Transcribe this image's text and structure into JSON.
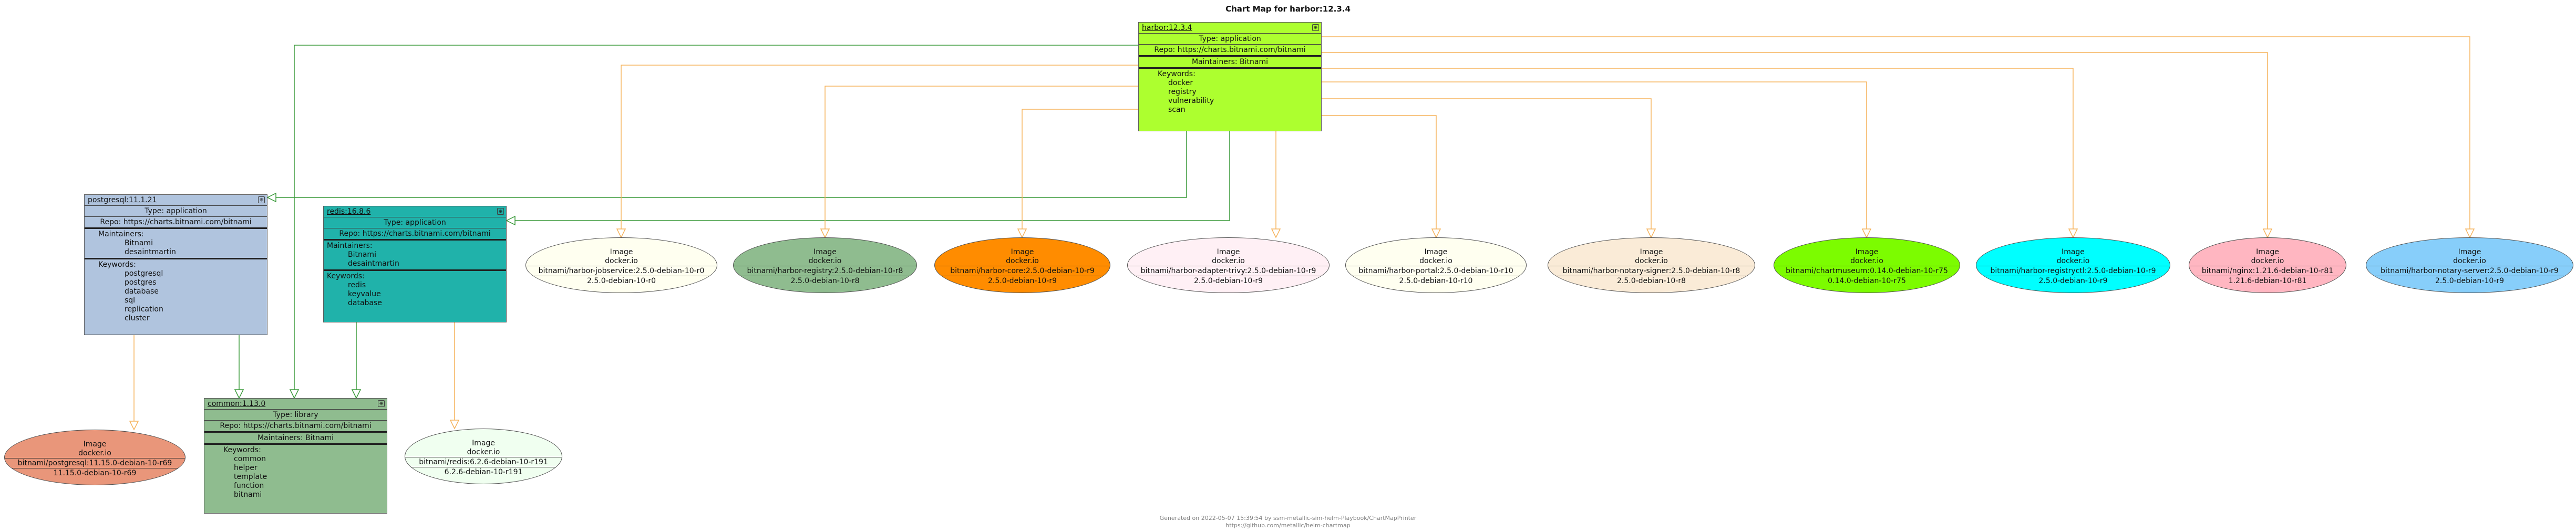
{
  "title": "Chart Map for harbor:12.3.4",
  "footer": {
    "line1": "Generated on 2022-05-07 15:39:54 by ssm-metallic-sim-helm-Playbook/ChartMapPrinter",
    "line2": "https://github.com/metallic/helm-chartmap"
  },
  "charts": {
    "harbor": {
      "name": "harbor:12.3.4",
      "type": "Type: application",
      "repo": "Repo: https://charts.bitnami.com/bitnami",
      "maintainers": "Maintainers: Bitnami",
      "keywords_label": "Keywords:",
      "keywords": [
        "docker",
        "registry",
        "vulnerability",
        "scan"
      ],
      "color": "#adff2f"
    },
    "postgresql": {
      "name": "postgresql:11.1.21",
      "type": "Type: application",
      "repo": "Repo: https://charts.bitnami.com/bitnami",
      "maintainers_label": "Maintainers:",
      "maintainers": [
        "Bitnami",
        "desaintmartin"
      ],
      "keywords_label": "Keywords:",
      "keywords": [
        "postgresql",
        "postgres",
        "database",
        "sql",
        "replication",
        "cluster"
      ],
      "color": "#b0c4de"
    },
    "redis": {
      "name": "redis:16.8.6",
      "type": "Type: application",
      "repo": "Repo: https://charts.bitnami.com/bitnami",
      "maintainers_label": "Maintainers:",
      "maintainers": [
        "Bitnami",
        "desaintmartin"
      ],
      "keywords_label": "Keywords:",
      "keywords": [
        "redis",
        "keyvalue",
        "database"
      ],
      "color": "#20b2aa"
    },
    "common": {
      "name": "common:1.13.0",
      "type": "Type: library",
      "repo": "Repo: https://charts.bitnami.com/bitnami",
      "maintainers": "Maintainers: Bitnami",
      "keywords_label": "Keywords:",
      "keywords": [
        "common",
        "helper",
        "template",
        "function",
        "bitnami"
      ],
      "color": "#8fbc8f"
    }
  },
  "images": [
    {
      "id": "postgresql",
      "label": "Image",
      "registry": "docker.io",
      "repo": "bitnami/postgresql:11.15.0-debian-10-r69",
      "tag": "11.15.0-debian-10-r69",
      "color": "#e9967a"
    },
    {
      "id": "redis",
      "label": "Image",
      "registry": "docker.io",
      "repo": "bitnami/redis:6.2.6-debian-10-r191",
      "tag": "6.2.6-debian-10-r191",
      "color": "#f0fff0"
    },
    {
      "id": "jobservice",
      "label": "Image",
      "registry": "docker.io",
      "repo": "bitnami/harbor-jobservice:2.5.0-debian-10-r0",
      "tag": "2.5.0-debian-10-r0",
      "color": "#fffff0"
    },
    {
      "id": "registry",
      "label": "Image",
      "registry": "docker.io",
      "repo": "bitnami/harbor-registry:2.5.0-debian-10-r8",
      "tag": "2.5.0-debian-10-r8",
      "color": "#8fbc8f"
    },
    {
      "id": "core",
      "label": "Image",
      "registry": "docker.io",
      "repo": "bitnami/harbor-core:2.5.0-debian-10-r9",
      "tag": "2.5.0-debian-10-r9",
      "color": "#ff8c00"
    },
    {
      "id": "adapter",
      "label": "Image",
      "registry": "docker.io",
      "repo": "bitnami/harbor-adapter-trivy:2.5.0-debian-10-r9",
      "tag": "2.5.0-debian-10-r9",
      "color": "#fff0f5"
    },
    {
      "id": "portal",
      "label": "Image",
      "registry": "docker.io",
      "repo": "bitnami/harbor-portal:2.5.0-debian-10-r10",
      "tag": "2.5.0-debian-10-r10",
      "color": "#fffff0"
    },
    {
      "id": "signer",
      "label": "Image",
      "registry": "docker.io",
      "repo": "bitnami/harbor-notary-signer:2.5.0-debian-10-r8",
      "tag": "2.5.0-debian-10-r8",
      "color": "#faebd7"
    },
    {
      "id": "chartmuseum",
      "label": "Image",
      "registry": "docker.io",
      "repo": "bitnami/chartmuseum:0.14.0-debian-10-r75",
      "tag": "0.14.0-debian-10-r75",
      "color": "#7cfc00"
    },
    {
      "id": "registryctl",
      "label": "Image",
      "registry": "docker.io",
      "repo": "bitnami/harbor-registryctl:2.5.0-debian-10-r9",
      "tag": "2.5.0-debian-10-r9",
      "color": "#00ffff"
    },
    {
      "id": "nginx",
      "label": "Image",
      "registry": "docker.io",
      "repo": "bitnami/nginx:1.21.6-debian-10-r81",
      "tag": "1.21.6-debian-10-r81",
      "color": "#ffb6c1"
    },
    {
      "id": "server",
      "label": "Image",
      "registry": "docker.io",
      "repo": "bitnami/harbor-notary-server:2.5.0-debian-10-r9",
      "tag": "2.5.0-debian-10-r9",
      "color": "#87cefa"
    }
  ],
  "colors": {
    "dependency_edge": "#3a9a3a",
    "image_edge": "#f5b35c"
  }
}
